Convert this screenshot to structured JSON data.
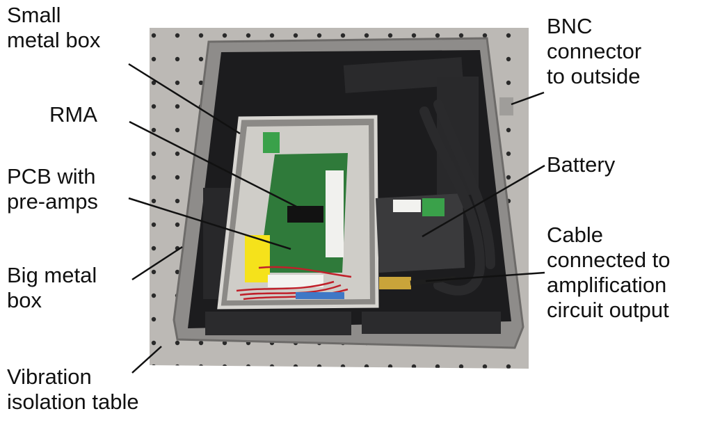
{
  "labels": {
    "small_metal_box": "Small\nmetal box",
    "rma": "RMA",
    "pcb": "PCB with\npre-amps",
    "big_metal_box": "Big metal\nbox",
    "vibration_table": "Vibration\nisolation table",
    "bnc": "BNC\nconnector\nto outside",
    "battery": "Battery",
    "cable": "Cable\nconnected to\namplification\ncircuit output"
  },
  "colors": {
    "table": "#b9b6b2",
    "box_rim": "#9a9896",
    "foam": "#1e1e20",
    "pcb": "#2f7a3a",
    "yellow_tape": "#f5e21b",
    "red_wire": "#c0202a",
    "gold": "#c9a43a"
  }
}
